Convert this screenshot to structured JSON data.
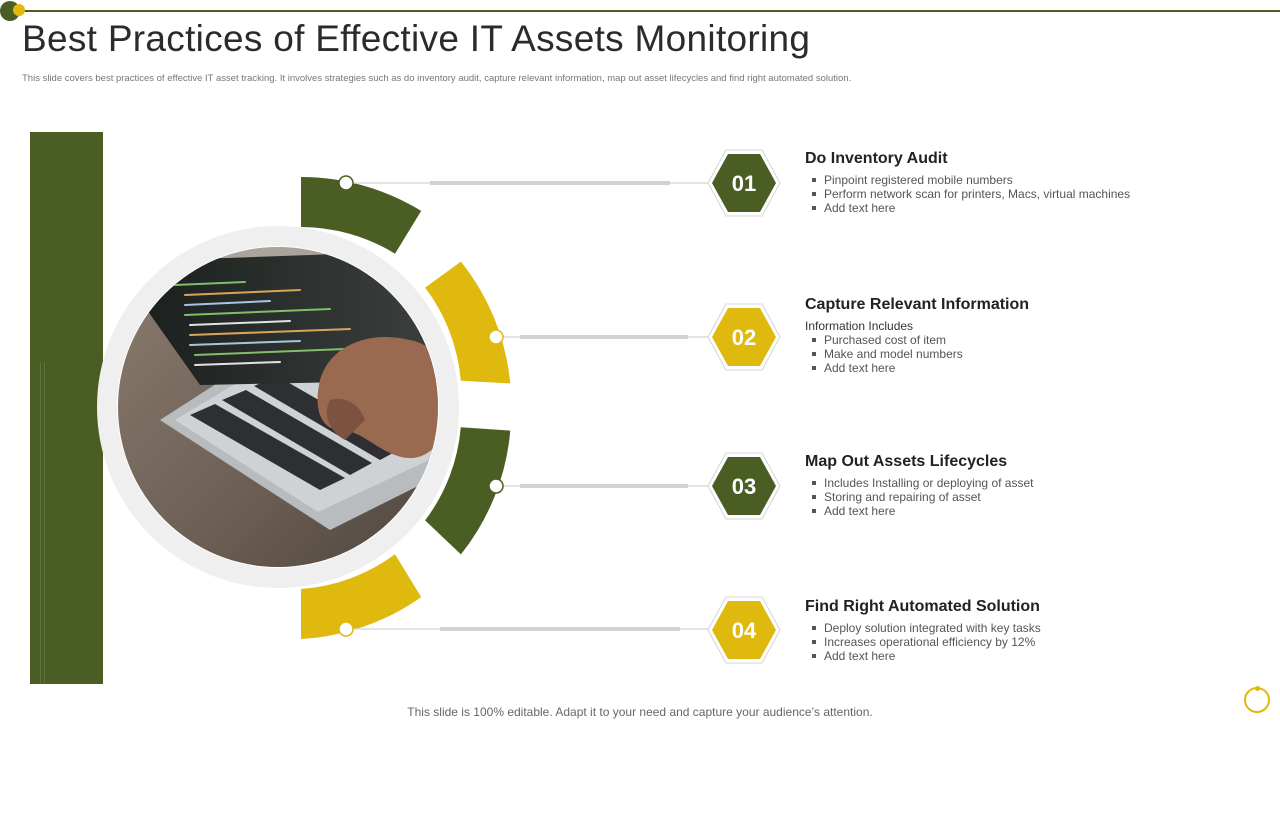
{
  "header": {
    "title": "Best Practices of Effective IT Assets Monitoring",
    "subtitle": "This slide covers best practices of effective IT asset tracking. It involves strategies such as do inventory audit, capture relevant information, map out asset lifecycles and find right automated solution."
  },
  "colors": {
    "olive": "#4a5e23",
    "gold": "#e0b90e",
    "ring": "#efefef"
  },
  "image": {
    "description_icon": "laptop-coding-photo"
  },
  "steps": [
    {
      "number": "01",
      "color": "olive",
      "title": "Do Inventory Audit",
      "intro": "",
      "bullets": [
        "Pinpoint registered mobile numbers",
        "Perform network scan for printers, Macs, virtual machines",
        "Add text here"
      ]
    },
    {
      "number": "02",
      "color": "gold",
      "title": "Capture Relevant Information",
      "intro": "Information Includes",
      "bullets": [
        "Purchased cost of item",
        "Make and model numbers",
        "Add text here"
      ]
    },
    {
      "number": "03",
      "color": "olive",
      "title": "Map Out Assets  Lifecycles",
      "intro": "",
      "bullets": [
        "Includes Installing or deploying of asset",
        "Storing and repairing of asset",
        "Add text here"
      ]
    },
    {
      "number": "04",
      "color": "gold",
      "title": "Find Right Automated Solution",
      "intro": "",
      "bullets": [
        "Deploy solution integrated with key tasks",
        "Increases operational efficiency by 12%",
        "Add text here"
      ]
    }
  ],
  "footer": {
    "note": "This slide is 100% editable. Adapt it to your need and capture your audience’s attention."
  }
}
